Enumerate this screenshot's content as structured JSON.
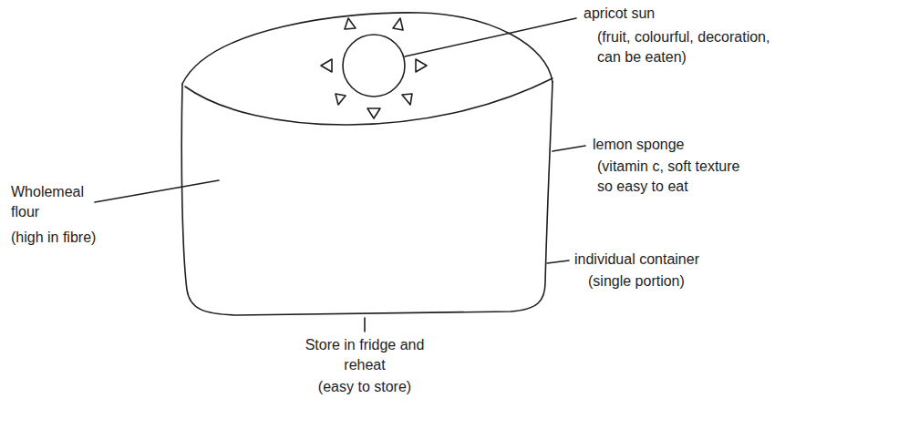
{
  "diagram": {
    "labels": [
      "apricot sun",
      "(fruit, colourful, decoration, can be eaten)",
      "lemon sponge",
      "(vitamin c, soft texture so easy to eat",
      "individual container",
      "(single portion)",
      "Wholemeal flour",
      "(high in fibre)",
      "Store in fridge and reheat",
      "(easy to store)"
    ]
  }
}
